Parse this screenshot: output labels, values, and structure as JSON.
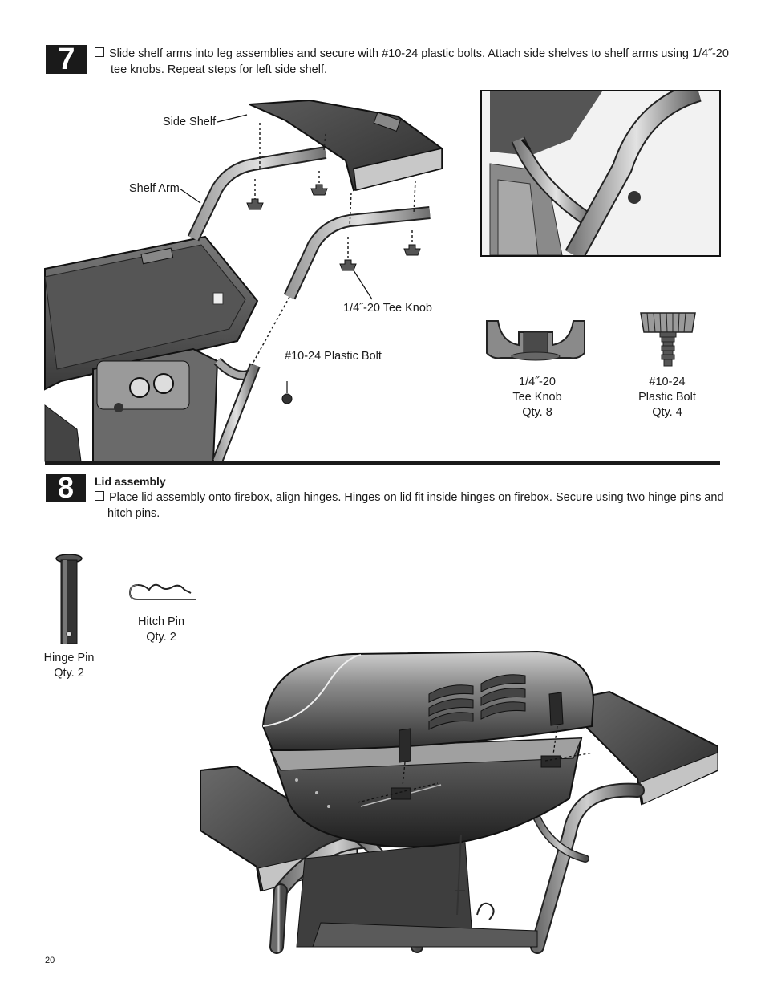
{
  "step7": {
    "number": "7",
    "instruction_line1": "Slide shelf arms into leg assemblies and secure with #10-24 plastic bolts.  Attach side shelves to shelf arms using 1/4˝-20",
    "instruction_line2": "tee knobs.  Repeat steps for left side shelf.",
    "labels": {
      "side_shelf": "Side Shelf",
      "shelf_arm": "Shelf Arm",
      "tee_knob_callout": "1/4˝-20 Tee Knob",
      "plastic_bolt_callout": "#10-24 Plastic Bolt"
    },
    "parts": [
      {
        "line1": "1/4˝-20",
        "line2": "Tee Knob",
        "qty": "Qty. 8"
      },
      {
        "line1": "#10-24",
        "line2": "Plastic Bolt",
        "qty": "Qty. 4"
      }
    ]
  },
  "step8": {
    "number": "8",
    "heading": "Lid assembly",
    "instruction_line1": "Place lid assembly onto firebox, align hinges.  Hinges on lid fit inside hinges on firebox. Secure using two hinge pins and",
    "instruction_line2": "hitch pins.",
    "parts": [
      {
        "name": "Hitch Pin",
        "qty": "Qty. 2"
      },
      {
        "name": "Hinge Pin",
        "qty": "Qty. 2"
      }
    ]
  },
  "footer": {
    "page_number": "20"
  }
}
